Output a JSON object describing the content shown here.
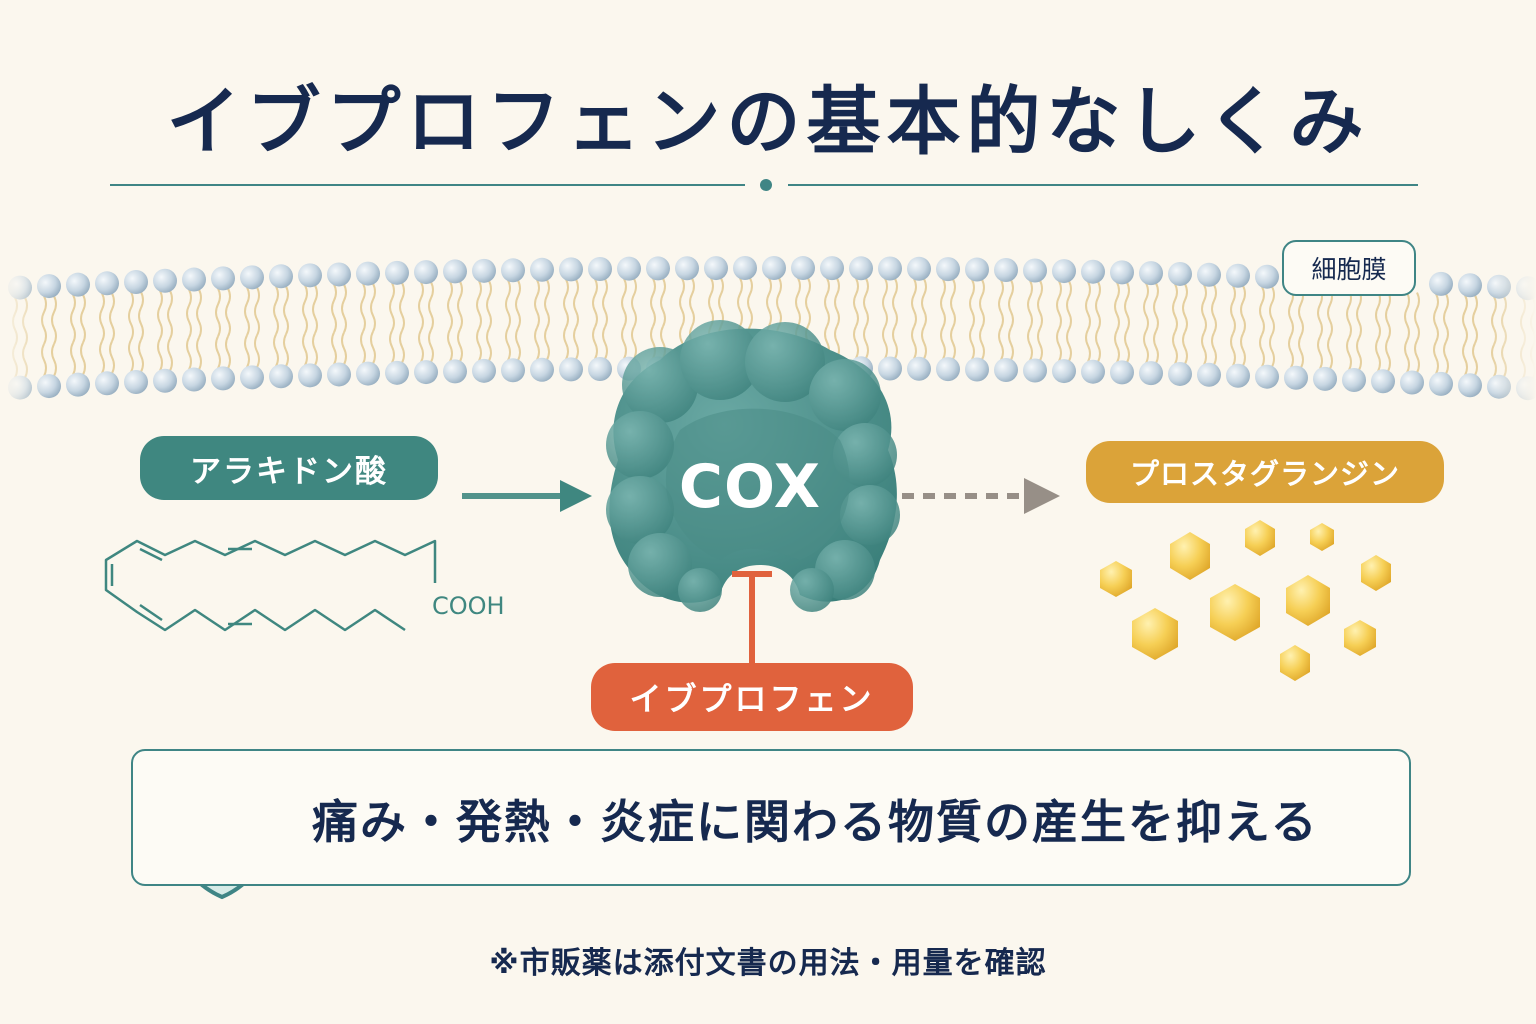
{
  "title": "イブプロフェンの基本的なしくみ",
  "membrane": {
    "label": "細胞膜"
  },
  "enzyme": {
    "label": "COX",
    "color": "#3f8780"
  },
  "substrate": {
    "label": "アラキドン酸",
    "formula_group": "COOH",
    "color": "#3f8780"
  },
  "product": {
    "label": "プロスタグランジン",
    "color": "#dba339"
  },
  "inhibitor": {
    "label": "イブプロフェン",
    "color": "#e0623d"
  },
  "result": {
    "text": "痛み・発熱・炎症に関わる物質の産生を抑える",
    "icon": "shield-check-icon"
  },
  "note": "※市販薬は添付文書の用法・用量を確認"
}
